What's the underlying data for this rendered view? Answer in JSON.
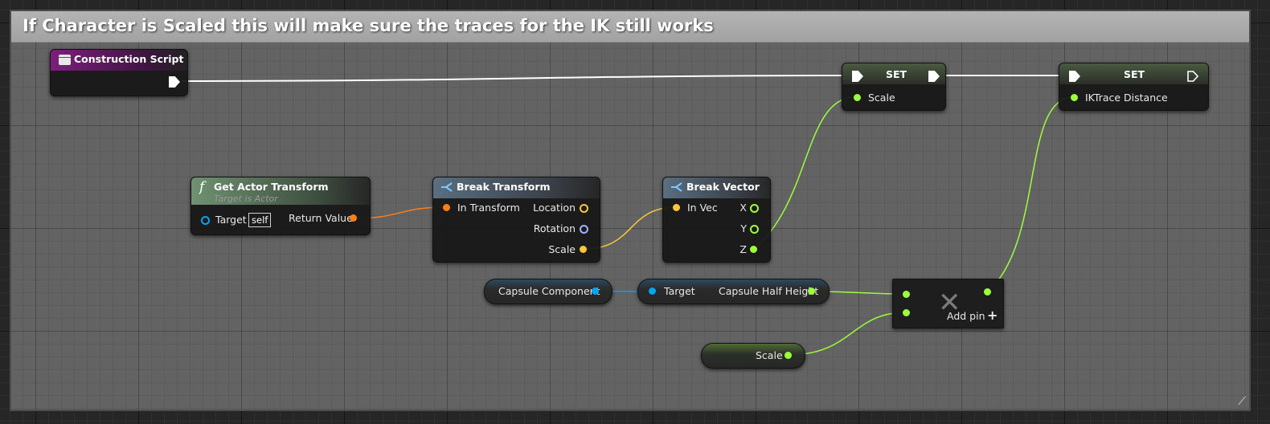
{
  "comment": {
    "title": "If Character is Scaled this will make sure the traces for the IK still works"
  },
  "nodes": {
    "construction_script": {
      "title": "Construction Script",
      "icon": "event-icon"
    },
    "set_scale": {
      "title": "SET",
      "pin": "Scale"
    },
    "set_ik": {
      "title": "SET",
      "pin": "IKTrace Distance"
    },
    "get_actor_transform": {
      "title": "Get Actor Transform",
      "subtitle": "Target is Actor",
      "target": "Target",
      "self": "self",
      "return": "Return Value",
      "icon": "function-icon"
    },
    "break_transform": {
      "title": "Break Transform",
      "in": "In Transform",
      "location": "Location",
      "rotation": "Rotation",
      "scale": "Scale",
      "icon": "break-struct-icon"
    },
    "break_vector": {
      "title": "Break Vector",
      "in": "In Vec",
      "x": "X",
      "y": "Y",
      "z": "Z",
      "icon": "break-struct-icon"
    },
    "capsule_component": {
      "label": "Capsule Component"
    },
    "capsule_half_height": {
      "target": "Target",
      "out": "Capsule Half Height"
    },
    "multiply": {
      "add_pin": "Add pin",
      "add_icon": "+"
    },
    "scale_get": {
      "label": "Scale"
    }
  },
  "colors": {
    "exec": "#ffffff",
    "float": "#9dff3b",
    "transform": "#ff7f14",
    "vector": "#ffc63a",
    "rotator": "#a0b4ff",
    "object": "#00a7f0",
    "event_header": "#7d1f7d",
    "function_header": "#6f9272"
  }
}
